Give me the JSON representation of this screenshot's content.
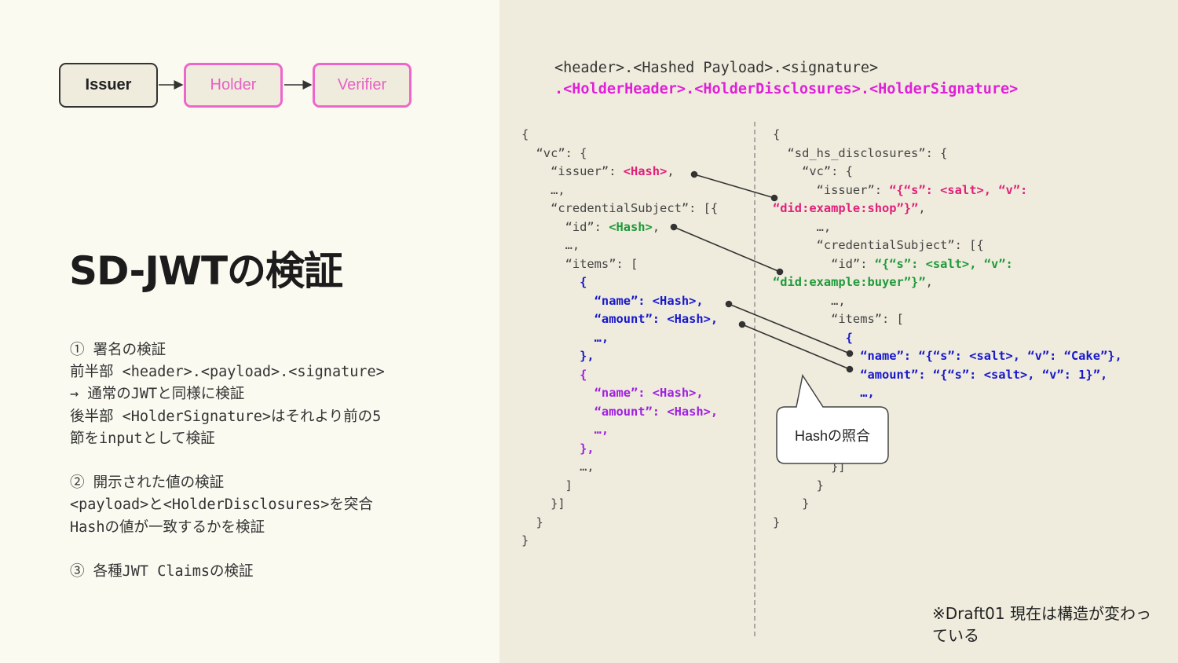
{
  "flow": {
    "issuer": "Issuer",
    "holder": "Holder",
    "verifier": "Verifier"
  },
  "title": "SD-JWTの検証",
  "notes": {
    "step1_heading": "① 署名の検証",
    "step1_line1": "前半部 <header>.<payload>.<signature>",
    "step1_line2": "→ 通常のJWTと同様に検証",
    "step1_line3": "後半部 <HolderSignature>はそれより前の5",
    "step1_line4": "節をinputとして検証",
    "step2_heading": "② 開示された値の検証",
    "step2_line1": "<payload>と<HolderDisclosures>を突合",
    "step2_line2": "Hashの値が一致するかを検証",
    "step3_heading": "③ 各種JWT Claimsの検証"
  },
  "jwt_format": {
    "line1": "<header>.<Hashed Payload>.<signature>",
    "line2": ".<HolderHeader>.<HolderDisclosures>.<HolderSignature>"
  },
  "left_code": {
    "l1": "{",
    "l2": "  “vc”: {",
    "l3a": "    “issuer”: ",
    "l3b": "<Hash>",
    "l3c": ",",
    "l4": "    …,",
    "l5": "    “credentialSubject”: [{",
    "l6a": "      “id”: ",
    "l6b": "<Hash>",
    "l6c": ",",
    "l7": "      …,",
    "l8": "      “items”: [",
    "l9": "        {",
    "l10": "          “name”: <Hash>,",
    "l11": "          “amount”: <Hash>,",
    "l12": "          …,",
    "l13": "        },",
    "l14": "        {",
    "l15": "          “name”: <Hash>,",
    "l16": "          “amount”: <Hash>,",
    "l17": "          …,",
    "l18": "        },",
    "l19": "        …,",
    "l20": "      ]",
    "l21": "    }]",
    "l22": "  }",
    "l23": "}"
  },
  "right_code": {
    "r1": "{",
    "r2": "  “sd_hs_disclosures”: {",
    "r3": "    “vc”: {",
    "r4a": "      “issuer”: ",
    "r4b": "“{“s”: <salt>, “v”:",
    "r5a": "“did:example:shop”}”",
    "r5b": ",",
    "r6": "      …,",
    "r7": "      “credentialSubject”: [{",
    "r8a": "        “id”: ",
    "r8b": "“{“s”: <salt>, “v”:",
    "r9a": "“did:example:buyer”}”",
    "r9b": ",",
    "r10": "        …,",
    "r11": "        “items”: [",
    "r12": "          {",
    "r13": "            “name”: “{“s”: <salt>, “v”: “Cake”},",
    "r14": "            “amount”: “{“s”: <salt>, “v”: 1}”,",
    "r15": "            …,",
    "r16": "          }",
    "r17": "        }]",
    "r18": "      }",
    "r19": "    }",
    "r20": "}"
  },
  "callout": "Hashの照合",
  "footnote": "※Draft01 現在は構造が変わっている"
}
